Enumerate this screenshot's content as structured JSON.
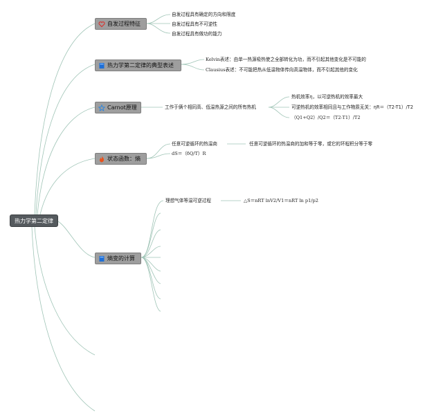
{
  "root": {
    "label": "热力学第二定律"
  },
  "topics": {
    "spontaneous": {
      "label": "自发过程特征",
      "icon": "heart-icon",
      "items": [
        "自发过程具有确定的方向和限度",
        "自发过程具有不可逆性",
        "自发过程具有做功的能力"
      ]
    },
    "statements": {
      "label": "热力学第二定律的典型表述",
      "icon": "book-icon",
      "items": [
        "Kelvin表述：由单一热源吸热使之全部转化为功，而不引起其他变化是不可能的",
        "Clausius表述：不可能把热从低温物体传向高温物体，而不引起其他的变化"
      ]
    },
    "carnot": {
      "label": "Carnot原理",
      "icon": "star-icon",
      "child": "工作于俩个相同高、低温热源之间的所有热机",
      "items": [
        "热机效率η，以可逆热机的效率最大",
        "可逆热机的效率相同且与工作物质无关：ηR＝（T2-T1）/T2",
        "（Q1+Q2）/Q2＝（T2-T1）/T2"
      ]
    },
    "entropy": {
      "label": "状态函数：熵",
      "icon": "fire-icon",
      "child": "任意可逆循环的热温商",
      "child_detail": "任意可逆循环的热温商的加和等于零，或它的环程积分等于零",
      "formula": "dS＝（δQ/T）R"
    },
    "entropy_change": {
      "label": "熵变的计算",
      "icon": "book-icon",
      "child": "理想气体等温可逆过程",
      "formula": "△S＝nRT lnV2/V1＝nRT ln p1/p2"
    }
  },
  "colors": {
    "link": "#9fc4b6",
    "root_fill": "#555a5e",
    "topic_fill": "#9e9e9e",
    "heart": "#d9302c",
    "book": "#1f6fd6",
    "star": "#2a86e0",
    "fire": "#e8531d"
  }
}
